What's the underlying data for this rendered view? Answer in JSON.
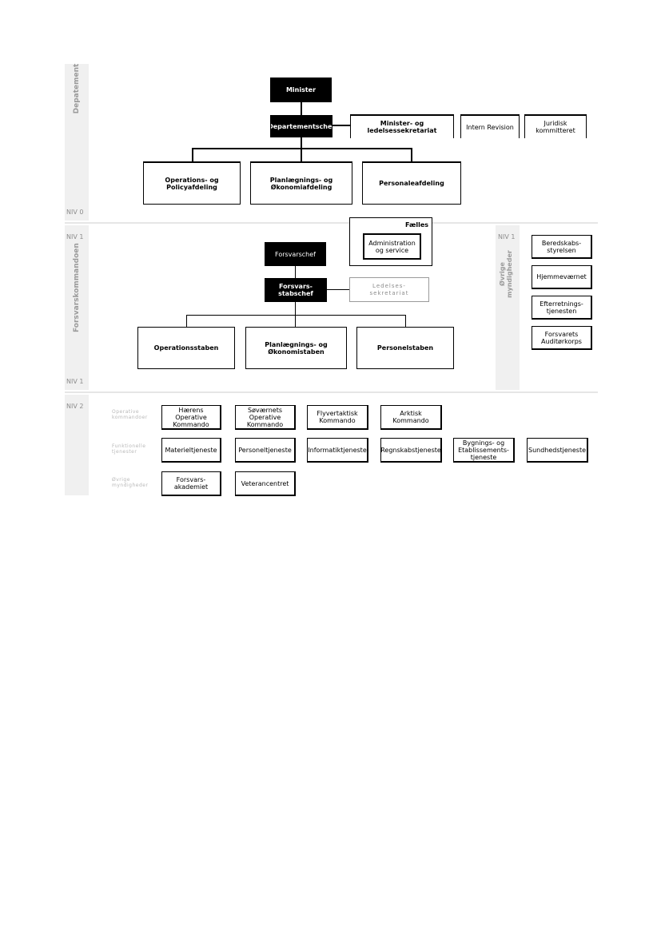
{
  "sections": {
    "departement": {
      "label": "Depatement",
      "niv_bottom": "NIV 0"
    },
    "forsvar": {
      "label": "Forsvarskommandoen",
      "niv_top": "NIV 1",
      "niv_bottom": "NIV 1"
    },
    "ovrige": {
      "label": "Øvrige myndigheder",
      "niv_top": "NIV 1"
    },
    "niv2": {
      "niv_top": "NIV 2"
    }
  },
  "departement": {
    "minister": "Minister",
    "departementschef": "Departementschef",
    "sekretariat": "Minister- og ledelsessekretariat",
    "revision": "Intern Revision",
    "juridisk": "Juridisk kommitteret",
    "afdelinger": [
      "Operations- og Policyafdeling",
      "Planlægnings- og Økonomiafdeling",
      "Personaleafdeling"
    ]
  },
  "faelles": {
    "title": "Fælles",
    "item": "Administration og service"
  },
  "forsvar": {
    "chef": "Forsvarschef",
    "stabschef": "Forsvars- stabschef",
    "ledelse": "Ledelses- sekretariat",
    "staber": [
      "Operationsstaben",
      "Planlægnings- og Økonomistaben",
      "Personelstaben"
    ]
  },
  "ovrige": {
    "items": [
      "Beredskabs- styrelsen",
      "Hjemmeværnet",
      "Efterretnings- tjenesten",
      "Forsvarets Auditørkorps"
    ]
  },
  "niv2": {
    "groups": [
      {
        "label": "Operative kommandoer",
        "items": [
          "Hærens Operative Kommando",
          "Søværnets Operative Kommando",
          "Flyvertaktisk Kommando",
          "Arktisk Kommando"
        ]
      },
      {
        "label": "Funktionelle tjenester",
        "items": [
          "Materieltjeneste",
          "Personeltjeneste",
          "Informatiktjeneste",
          "Regnskabstjeneste",
          "Bygnings- og Etablissements- tjeneste",
          "Sundhedstjeneste"
        ]
      },
      {
        "label": "Øvrige myndigheder",
        "items": [
          "Forsvars- akademiet",
          "Veterancentret"
        ]
      }
    ]
  }
}
